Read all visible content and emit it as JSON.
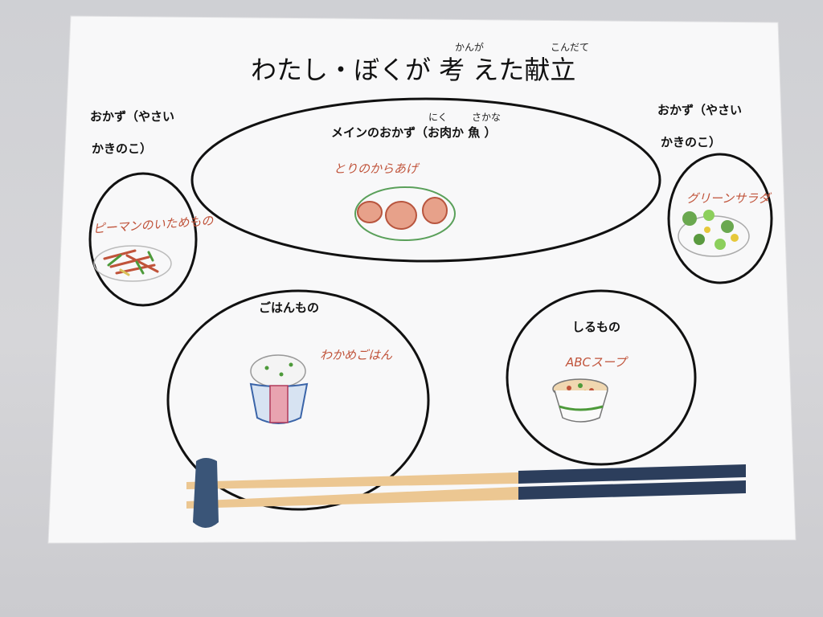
{
  "sheet": {
    "title": "わたし・ぼくが 考 えた献立",
    "ruby_kanga": "かんが",
    "ruby_kondate": "こんだて"
  },
  "sections": {
    "left_side": {
      "label_line1": "おかず（やさい",
      "label_line2": "かきのこ）",
      "handwritten": "ピーマンのいためもの"
    },
    "main": {
      "label": "メインのおかず（お肉か 魚 ）",
      "ruby_niku": "にく",
      "ruby_sakana": "さかな",
      "handwritten": "とりのからあげ"
    },
    "right_side": {
      "label_line1": "おかず（やさい",
      "label_line2": "かきのこ）",
      "handwritten": "グリーンサラダ"
    },
    "rice": {
      "label": "ごはんもの",
      "handwritten": "わかめごはん"
    },
    "soup": {
      "label": "しるもの",
      "handwritten": "ABCスープ"
    }
  },
  "colors": {
    "paper": "#f7f7f8",
    "ink": "#111111",
    "crayon_orange": "#c0533a",
    "crayon_green": "#4d9a3a",
    "chopstick_wood": "#ecc792",
    "chopstick_navy": "#2c3e5c",
    "rest_navy": "#3a5578"
  },
  "icons": [
    "chopsticks-icon",
    "chopstick-rest-icon"
  ]
}
